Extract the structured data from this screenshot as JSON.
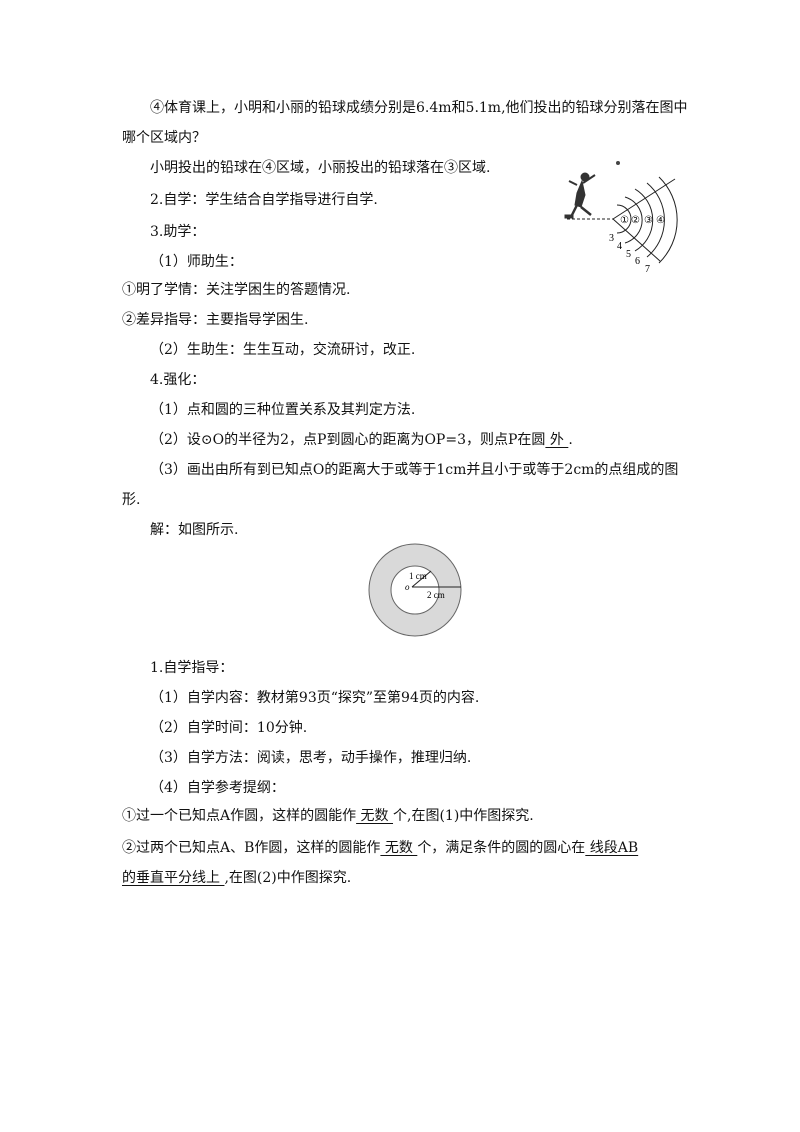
{
  "p1": {
    "l1": "④体育课上，小明和小丽的铅球成绩分别是6.4m和5.1m,他们投出的铅球分别落在图中",
    "l2": "哪个区域内？",
    "answer": "小明投出的铅球在④区域，小丽投出的铅球落在③区域."
  },
  "s2": "2.自学：学生结合自学指导进行自学.",
  "s3": {
    "title": "3.助学：",
    "a": "（1）师助生：",
    "a1": "①明了学情：关注学困生的答题情况.",
    "a2": "②差异指导：主要指导学困生.",
    "b": "（2）生助生：生生互动，交流研讨，改正."
  },
  "s4": {
    "title": "4.强化：",
    "q1": "（1）点和圆的三种位置关系及其判定方法.",
    "q2_pre": "（2）设⊙O的半径为2，点P到圆心的距离为OP=3，则点P在圆",
    "q2_ans": "  外  ",
    "q2_post": ".",
    "q3_l1": "（3）画出由所有到已知点O的距离大于或等于1cm并且小于或等于2cm的点组成的图",
    "q3_l2": "形.",
    "sol": "解：如图所示."
  },
  "shot_fig": {
    "zones": [
      "①",
      "②",
      "③",
      "④"
    ],
    "distances": [
      "3",
      "4",
      "5",
      "6",
      "7"
    ]
  },
  "ring_fig": {
    "inner_label": "1 cm",
    "outer_label": "2 cm",
    "center": "o",
    "ring_color": "#d9d9d9"
  },
  "guide": {
    "title": "1.自学指导：",
    "c1": "（1）自学内容：教材第93页“探究”至第94页的内容.",
    "c2": "（2）自学时间：10分钟.",
    "c3": "（3）自学方法：阅读，思考，动手操作，推理归纳.",
    "c4": "（4）自学参考提纲：",
    "i1_pre": "①过一个已知点A作圆，这样的圆能作",
    "i1_ans": " 无数 ",
    "i1_post": "个,在图(1)中作图探究.",
    "i2_pre": "②过两个已知点A、B作圆，这样的圆能作",
    "i2_ans1": " 无数 ",
    "i2_mid": "个，满足条件的圆的圆心在",
    "i2_ans2a": " 线段AB",
    "i2_ans2b": "的垂直平分线上 ",
    "i2_post": ",在图(2)中作图探究."
  }
}
